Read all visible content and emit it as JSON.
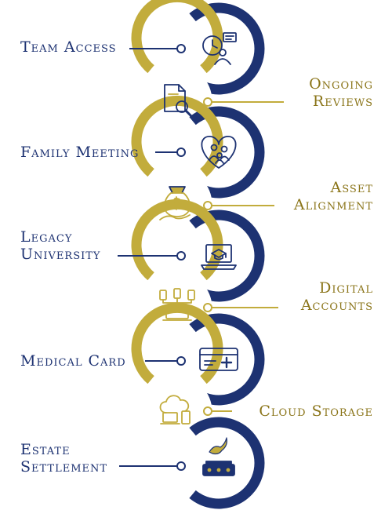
{
  "colors": {
    "navy": "#1d3272",
    "gold": "#c2ac3c",
    "gold_text": "#8a7418",
    "icon_stroke": "#1d3272",
    "icon_gold": "#c2ac3c"
  },
  "steps": [
    {
      "label": "Team Access",
      "side": "left",
      "ring": "navy",
      "icon": "clock-presenter-icon"
    },
    {
      "label": "Ongoing Reviews",
      "side": "right",
      "ring": "gold",
      "icon": "document-search-icon"
    },
    {
      "label": "Family Meeting",
      "side": "left",
      "ring": "navy",
      "icon": "heart-family-icon"
    },
    {
      "label": "Asset Alignment",
      "side": "right",
      "ring": "gold",
      "icon": "money-bag-icon"
    },
    {
      "label": "Legacy University",
      "side": "left",
      "ring": "navy",
      "icon": "laptop-graduation-icon"
    },
    {
      "label": "Digital Accounts",
      "side": "right",
      "ring": "gold",
      "icon": "devices-network-icon"
    },
    {
      "label": "Medical Card",
      "side": "left",
      "ring": "navy",
      "icon": "medical-card-icon"
    },
    {
      "label": "Cloud Storage",
      "side": "right",
      "ring": "gold",
      "icon": "cloud-devices-icon"
    },
    {
      "label": "Estate Settlement",
      "side": "left",
      "ring": "navy",
      "icon": "dove-casket-icon"
    }
  ]
}
